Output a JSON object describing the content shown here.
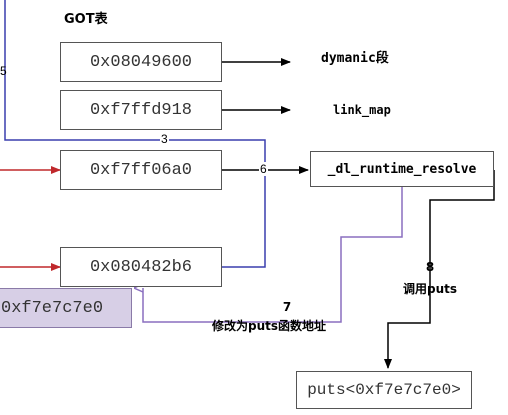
{
  "colors": {
    "blue_wire": "#3a3fae",
    "purple_wire": "#8a6fbf",
    "red_arrow": "#c0282c",
    "highlight_fill": "#d7cfe6",
    "highlight_border": "#8a7aa8",
    "black_wire": "#000000"
  },
  "title": "GOT表",
  "got_entries": [
    {
      "value": "0x08049600",
      "annotation": "dymanic段"
    },
    {
      "value": "0xf7ffd918",
      "annotation": "link_map"
    },
    {
      "value": "0xf7ff06a0"
    },
    {
      "value": "0x080482b6"
    }
  ],
  "resolver": {
    "label": "_dl_runtime_resolve"
  },
  "written_value": "0xf7e7c7e0",
  "puts_box": "puts<0xf7e7c7e0>",
  "steps": {
    "step3": "3",
    "step6": "6",
    "step7_num": "7",
    "step7_text": "修改为puts函数地址",
    "step8_num": "8",
    "step8_text": "调用puts"
  },
  "edge_glyph": "5"
}
